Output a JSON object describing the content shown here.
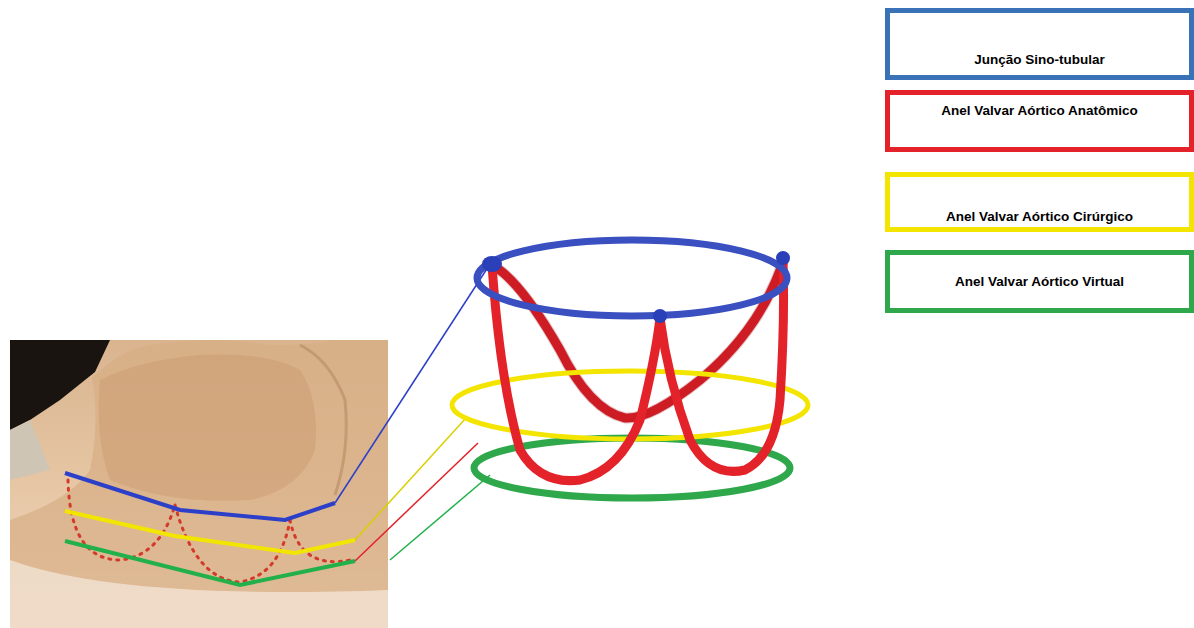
{
  "diagram": {
    "legend": [
      {
        "text": "Junção Sino-tubular",
        "color": "#3a72b8"
      },
      {
        "text": "Anel Valvar Aórtico Anatômico",
        "color": "#e3222a"
      },
      {
        "text": "Anel Valvar Aórtico Cirúrgico",
        "color": "#f4e500"
      },
      {
        "text": "Anel Valvar Aórtico Virtual",
        "color": "#2fa84c"
      }
    ]
  }
}
